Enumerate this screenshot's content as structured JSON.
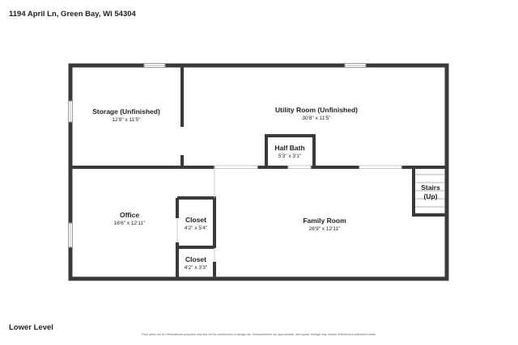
{
  "header": {
    "address": "1194 April Ln, Green Bay, WI 54304"
  },
  "footer": {
    "level": "Lower Level",
    "disclaimer": "Floor plans are for informational purposes only and not for construction or design use. Measurements are approximate, and square footage may include finished and unfinished areas."
  },
  "colors": {
    "wall": "#3a3a3a",
    "window": "#9a9a9a",
    "background": "#ffffff"
  },
  "rooms": {
    "storage": {
      "name": "Storage (Unfinished)",
      "dims": "12'8\" x 11'5\""
    },
    "utility": {
      "name": "Utility Room (Unfinished)",
      "dims": "30'8\" x 11'5\""
    },
    "halfbath": {
      "name": "Half Bath",
      "dims": "5'3\" x 3'1\""
    },
    "stairs": {
      "name_line1": "Stairs",
      "name_line2": "(Up)"
    },
    "office": {
      "name": "Office",
      "dims": "16'6\" x 12'11\""
    },
    "closet1": {
      "name": "Closet",
      "dims": "4'2\" x 5'4\""
    },
    "closet2": {
      "name": "Closet",
      "dims": "4'2\" x 3'3\""
    },
    "family": {
      "name": "Family Room",
      "dims": "26'9\" x 12'11\""
    }
  }
}
